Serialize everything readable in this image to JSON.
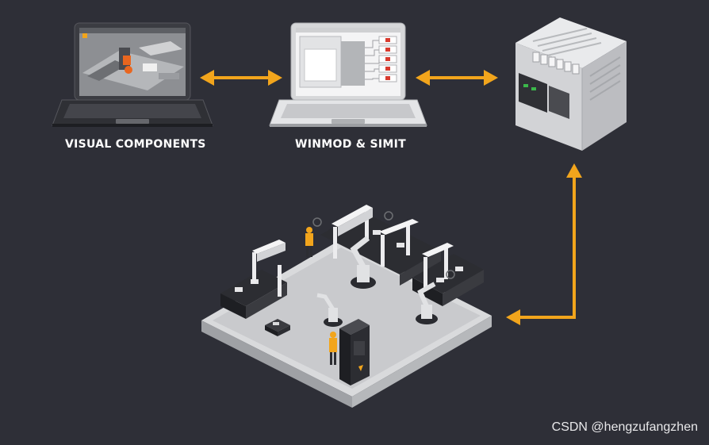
{
  "nodes": {
    "visual_components": {
      "label": "VISUAL COMPONENTS"
    },
    "winmod_simit": {
      "label": "WINMOD & SIMIT"
    },
    "plc": {
      "label": ""
    },
    "factory": {
      "label": ""
    }
  },
  "watermark": {
    "text": "CSDN @hengzufangzhen"
  },
  "colors": {
    "background": "#2e2f37",
    "arrow": "#f2a51c",
    "text": "#ffffff"
  },
  "icons": [
    "laptop-icon",
    "plc-icon",
    "factory-floor-icon",
    "robot-arm-icon",
    "worker-icon"
  ]
}
